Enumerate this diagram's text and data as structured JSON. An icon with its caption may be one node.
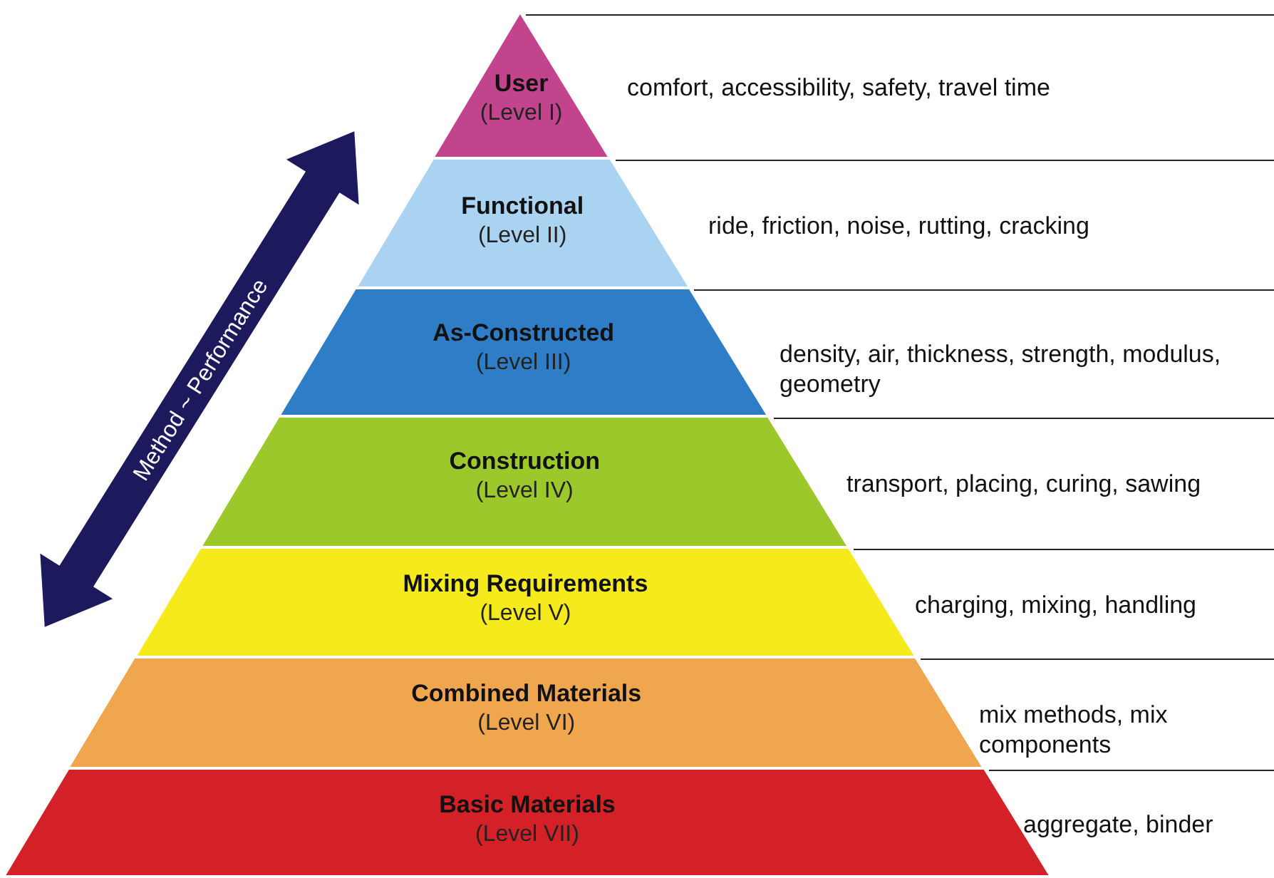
{
  "diagram": {
    "nodes": [
      {
        "text": [
          "User",
          "(Level I)"
        ],
        "beside": [
          "comfort, accessibility, safety, travel time"
        ]
      },
      {
        "text": [
          "Functional",
          "(Level II)"
        ],
        "beside": [
          "ride, friction, noise, rutting, cracking"
        ]
      },
      {
        "text": [
          "As-Constructed",
          "(Level III)"
        ],
        "beside": [
          "density, air, thickness, strength, modulus, geometry"
        ]
      },
      {
        "text": [
          "Construction",
          "(Level IV)"
        ],
        "beside": [
          "transport, placing, curing, sawing"
        ]
      },
      {
        "text": [
          "Mixing Requirements",
          "(Level V)"
        ],
        "beside": [
          "charging, mixing, handling"
        ]
      },
      {
        "text": [
          "Combined Materials",
          "(Level VI)"
        ],
        "beside": [
          "mix methods, mix components"
        ]
      },
      {
        "text": [
          "Basic Materials",
          "(Level VII)"
        ],
        "beside": [
          "aggregate, binder"
        ]
      }
    ],
    "labels": [
      "Method ~ Performance"
    ]
  }
}
